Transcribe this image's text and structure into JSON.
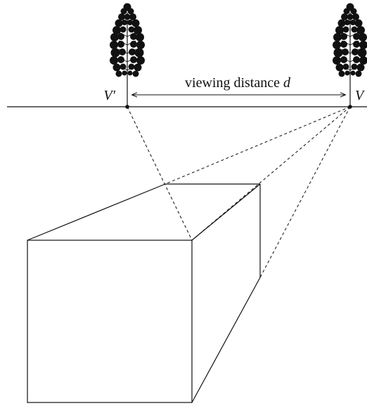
{
  "labels": {
    "v_prime": "V′",
    "v": "V",
    "distance_text": "viewing distance ",
    "distance_symbol": "d"
  },
  "icons": {
    "left_tree": "tree-icon",
    "right_tree": "tree-icon"
  },
  "colors": {
    "ink": "#111111",
    "background": "#ffffff"
  }
}
